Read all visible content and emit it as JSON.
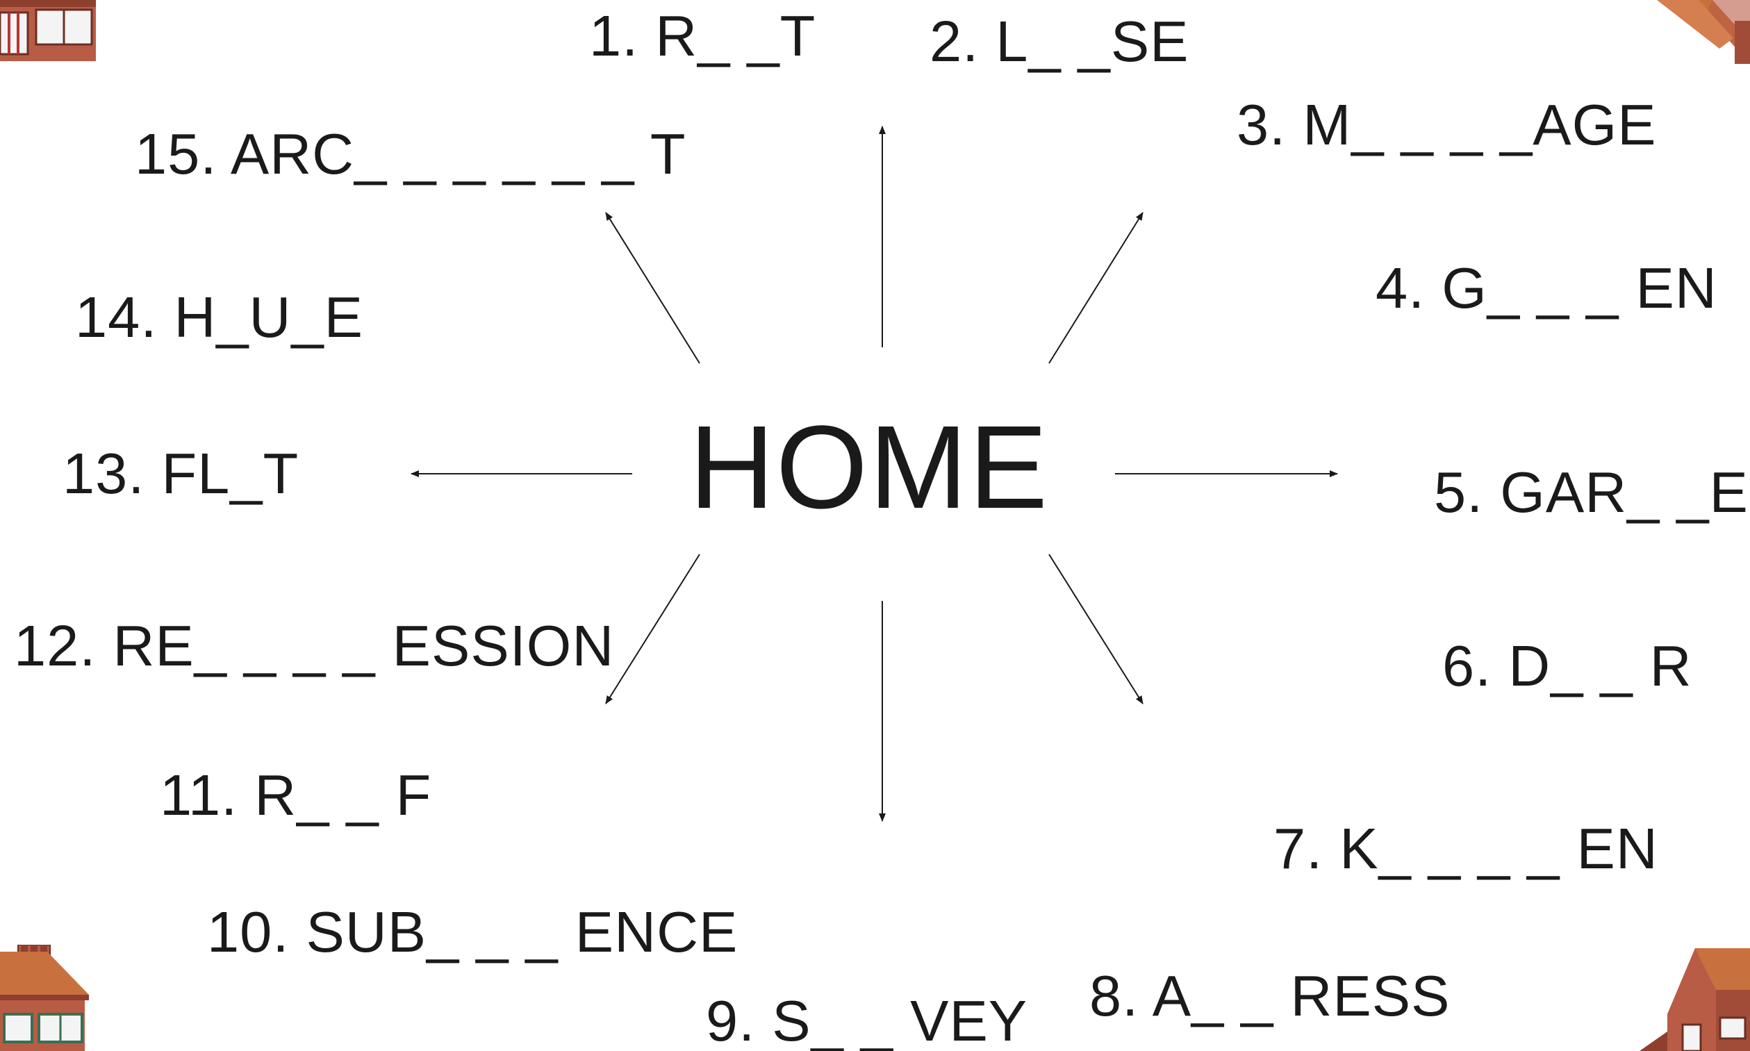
{
  "center_word": "HOME",
  "words": [
    {
      "id": "w1",
      "text": "1. R_ _T"
    },
    {
      "id": "w2",
      "text": "2. L_ _SE"
    },
    {
      "id": "w3",
      "text": "3. M_ _ _ _AGE"
    },
    {
      "id": "w4",
      "text": "4. G_ _ _ EN"
    },
    {
      "id": "w5",
      "text": "5. GAR_ _E"
    },
    {
      "id": "w6",
      "text": "6. D_ _ R"
    },
    {
      "id": "w7",
      "text": "7. K_ _ _ _ EN"
    },
    {
      "id": "w8",
      "text": "8. A_ _ RESS"
    },
    {
      "id": "w9",
      "text": "9. S_ _ VEY"
    },
    {
      "id": "w10",
      "text": "10. SUB_ _ _ ENCE"
    },
    {
      "id": "w11",
      "text": "11. R_ _ F"
    },
    {
      "id": "w12",
      "text": "12. RE_ _ _ _ ESSION"
    },
    {
      "id": "w13",
      "text": "13. FL_T"
    },
    {
      "id": "w14",
      "text": "14. H_U_E"
    },
    {
      "id": "w15",
      "text": "15. ARC_ _ _ _ _ _ T"
    }
  ],
  "colors": {
    "text": "#1a1a1a",
    "arrow": "#1a1a1a",
    "brick": "#b85c45",
    "roof": "#b8613a",
    "window": "#f4f4f4"
  },
  "icons": {
    "corners": "house-icon"
  }
}
